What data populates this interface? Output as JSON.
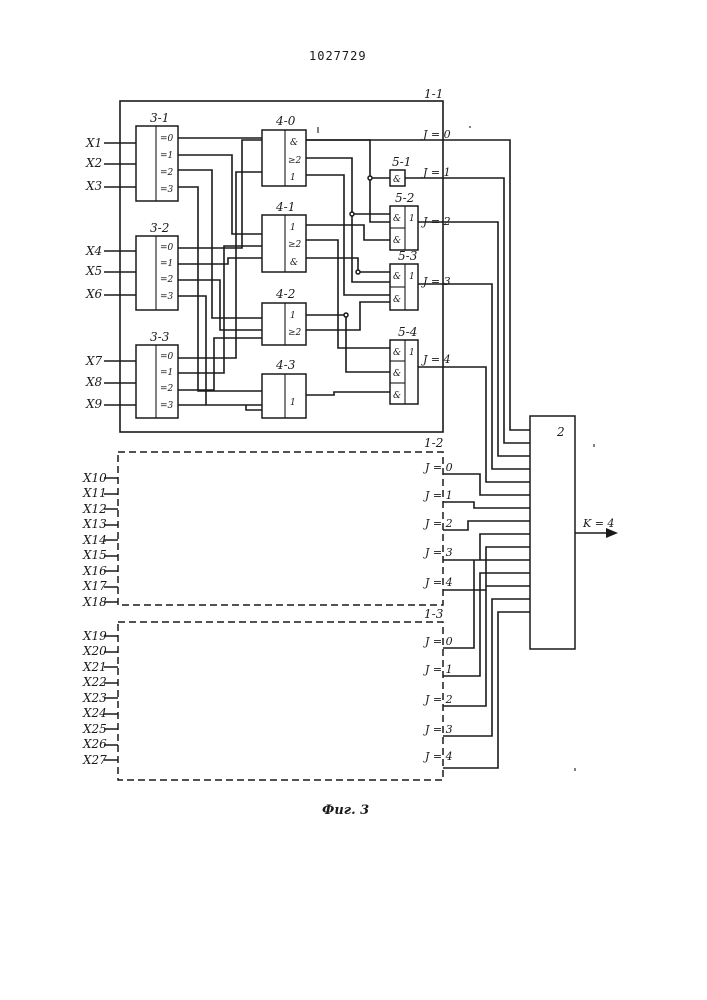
{
  "document_number": "1027729",
  "figure_caption": "Фиг. 3",
  "modules": [
    {
      "label": "1-1",
      "inputs": [
        "X1",
        "X2",
        "X3",
        "X4",
        "X5",
        "X6",
        "X7",
        "X8",
        "X9"
      ],
      "outputs": [
        "J = 0",
        "J = 1",
        "J = 2",
        "J = 3",
        "J = 4"
      ]
    },
    {
      "label": "1-2",
      "inputs": [
        "X10",
        "X11",
        "X12",
        "X13",
        "X14",
        "X15",
        "X16",
        "X17",
        "X18"
      ],
      "outputs": [
        "J = 0",
        "J = 1",
        "J = 2",
        "J = 3",
        "J = 4"
      ]
    },
    {
      "label": "1-3",
      "inputs": [
        "X19",
        "X20",
        "X21",
        "X22",
        "X23",
        "X24",
        "X25",
        "X26",
        "X27"
      ],
      "outputs": [
        "J = 0",
        "J = 1",
        "J = 2",
        "J = 3",
        "J = 4"
      ]
    }
  ],
  "decoders": [
    {
      "label": "3-1",
      "outputs": [
        "=0",
        "=1",
        "=2",
        "=3"
      ]
    },
    {
      "label": "3-2",
      "outputs": [
        "=0",
        "=1",
        "=2",
        "=3"
      ]
    },
    {
      "label": "3-3",
      "outputs": [
        "=0",
        "=1",
        "=2",
        "=3"
      ]
    }
  ],
  "gates_4": [
    {
      "label": "4-0",
      "functions": [
        "&",
        "≥2",
        "1"
      ]
    },
    {
      "label": "4-1",
      "functions": [
        "1",
        "≥2",
        "&"
      ]
    },
    {
      "label": "4-2",
      "functions": [
        "1",
        "≥2"
      ]
    },
    {
      "label": "4-3",
      "functions": [
        "1"
      ]
    }
  ],
  "gates_5": [
    {
      "label": "5-1",
      "cells": [
        "&"
      ]
    },
    {
      "label": "5-2",
      "cells": [
        "&",
        "&"
      ],
      "or": "1"
    },
    {
      "label": "5-3",
      "cells": [
        "&",
        "&"
      ],
      "or": "1"
    },
    {
      "label": "5-4",
      "cells": [
        "&",
        "&",
        "&"
      ],
      "or": "1"
    }
  ],
  "adder": {
    "label": "2",
    "output": "K = 4"
  }
}
